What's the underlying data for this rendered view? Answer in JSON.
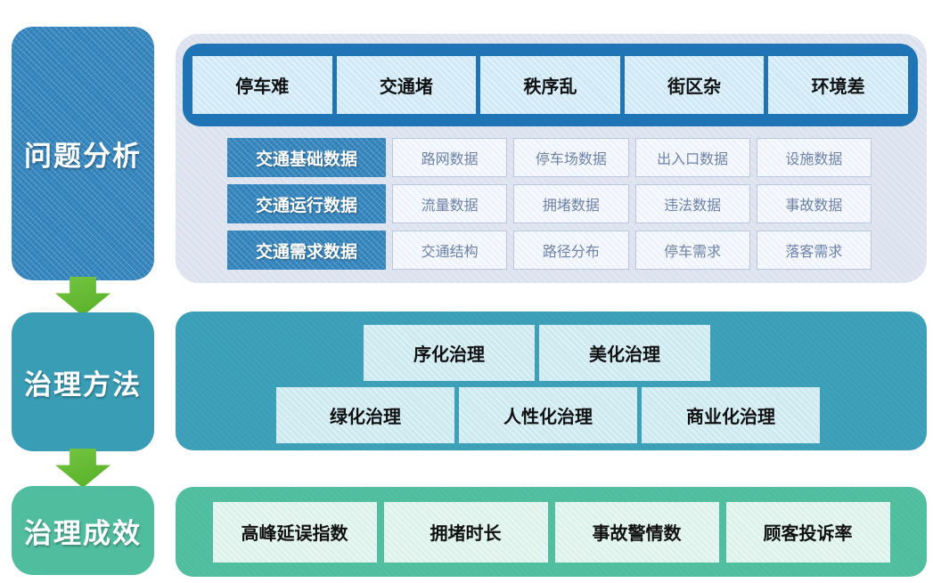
{
  "sections": [
    {
      "sidebar_label": "问题分析",
      "problems": [
        "停车难",
        "交通堵",
        "秩序乱",
        "街区杂",
        "环境差"
      ],
      "data_rows": [
        {
          "label": "交通基础数据",
          "items": [
            "路网数据",
            "停车场数据",
            "出入口数据",
            "设施数据"
          ]
        },
        {
          "label": "交通运行数据",
          "items": [
            "流量数据",
            "拥堵数据",
            "违法数据",
            "事故数据"
          ]
        },
        {
          "label": "交通需求数据",
          "items": [
            "交通结构",
            "路径分布",
            "停车需求",
            "落客需求"
          ]
        }
      ]
    },
    {
      "sidebar_label": "治理方法",
      "method_rows": [
        [
          "序化治理",
          "美化治理"
        ],
        [
          "绿化治理",
          "人性化治理",
          "商业化治理"
        ]
      ]
    },
    {
      "sidebar_label": "治理成效",
      "metrics": [
        "高峰延误指数",
        "拥堵时长",
        "事故警情数",
        "顾客投诉率"
      ]
    }
  ],
  "palette": {
    "sidebar_blue": "#3182bb",
    "bar_blue": "#1e74b4",
    "panel1_bg": "#dde2ef",
    "problem_box_bg": "#cfe9f7",
    "data_box_border": "#b9c8e0",
    "data_text": "#6e82aa",
    "teal": "#3a9fb7",
    "teal_box_bg": "#cdeaf1",
    "green": "#4fbd9e",
    "mint_box_bg": "#def2ec",
    "arrow_green": "#5cb430"
  }
}
